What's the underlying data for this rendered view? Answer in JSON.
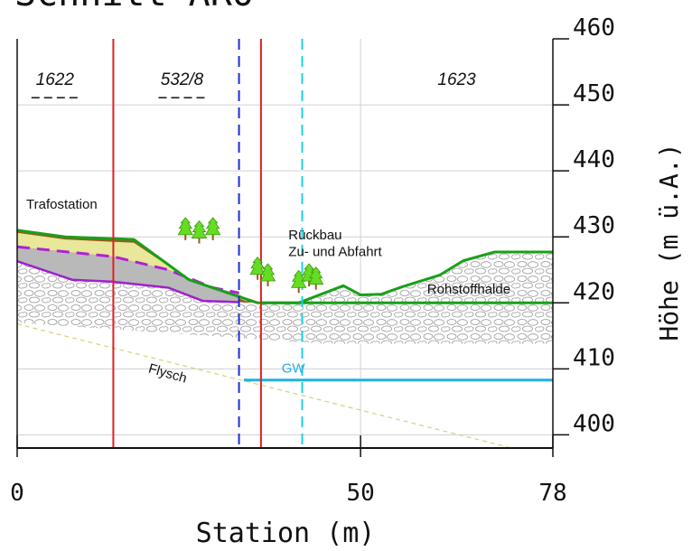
{
  "title": "Schnitt ARO",
  "chart_data": {
    "type": "cross-section",
    "xlabel": "Station (m)",
    "ylabel": "Höhe (m ü.A.)",
    "xlim": [
      0,
      78
    ],
    "ylim": [
      398,
      460
    ],
    "x_ticks": [
      {
        "value": 0,
        "label": "0"
      },
      {
        "value": 50,
        "label": "50"
      },
      {
        "value": 78,
        "label": "78"
      }
    ],
    "y_ticks": [
      {
        "value": 400,
        "label": "400"
      },
      {
        "value": 410,
        "label": "410"
      },
      {
        "value": 420,
        "label": "420"
      },
      {
        "value": 430,
        "label": "430"
      },
      {
        "value": 440,
        "label": "440"
      },
      {
        "value": 450,
        "label": "450"
      },
      {
        "value": 460,
        "label": "460"
      }
    ],
    "grid": true,
    "parcels": [
      {
        "label": "1622",
        "x": 5.5,
        "y": 453
      },
      {
        "label": "532/8",
        "x": 24,
        "y": 453
      },
      {
        "label": "1623",
        "x": 64,
        "y": 453
      }
    ],
    "boundary_lines": [
      {
        "x": 14,
        "style": "solid",
        "color": "#e02020"
      },
      {
        "x": 35.5,
        "style": "solid",
        "color": "#e02020"
      },
      {
        "x": 32.3,
        "style": "dashed",
        "color": "#1f2fd0"
      },
      {
        "x": 41.5,
        "style": "dashed",
        "color": "#20d0e0"
      }
    ],
    "annotations": [
      {
        "text": "Trafostation",
        "x": 7.5,
        "y": 434.3
      },
      {
        "text": "Rückbau",
        "x": 39.5,
        "y": 429.6
      },
      {
        "text": "Zu- und Abfahrt",
        "x": 39.5,
        "y": 427.1
      },
      {
        "text": "Rohstoffhalde",
        "x": 66,
        "y": 421.4
      },
      {
        "text": "Flysch",
        "x": 19,
        "y": 409.5
      },
      {
        "text": "GW",
        "x": 38.5,
        "y": 409.4
      }
    ],
    "groundwater_level": {
      "value": 408.3,
      "x_from": 33,
      "x_to": 78
    },
    "terrain_existing": {
      "x": [
        0,
        7,
        17,
        25,
        35,
        41,
        47.5,
        50,
        53,
        56,
        61.5,
        65,
        69.5,
        78
      ],
      "y": [
        431,
        430,
        429.6,
        423.5,
        420,
        420,
        422.6,
        421.2,
        421.3,
        422.4,
        424.2,
        426.4,
        427.7,
        427.7
      ]
    },
    "terrain_new": {
      "x": [
        0,
        78
      ],
      "y": [
        420,
        420
      ]
    },
    "fill_boundary": {
      "x": [
        0,
        14,
        22,
        28.5,
        32.3
      ],
      "y": [
        428.5,
        427,
        425,
        422.3,
        421.5
      ]
    },
    "rock_boundary": {
      "x": [
        0,
        8,
        14,
        22,
        27,
        32.3
      ],
      "y": [
        426.3,
        423.5,
        423.2,
        422.3,
        420.3,
        420.1
      ]
    }
  }
}
